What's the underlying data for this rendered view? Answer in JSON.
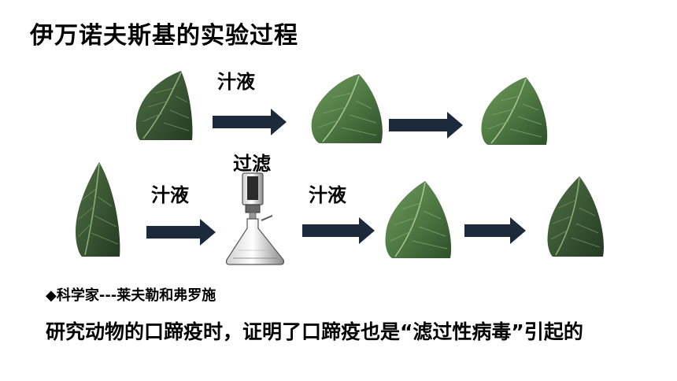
{
  "title": "伊万诺夫斯基的实验过程",
  "labels": {
    "juice_1": "汁液",
    "filter": "过滤",
    "juice_2": "汁液",
    "juice_3": "汁液"
  },
  "icons": {
    "leaf": "tobacco-leaf-icon",
    "arrow": "right-arrow-icon",
    "flask": "filter-flask-icon"
  },
  "colors": {
    "leaf_dark": "#2e4a2a",
    "leaf_light": "#5c8a4e",
    "arrow": "#1c2a3c"
  },
  "credit": "◆科学家---莱夫勒和弗罗施",
  "description": "研究动物的口蹄疫时，证明了口蹄疫也是“滤过性病毒”引起的"
}
